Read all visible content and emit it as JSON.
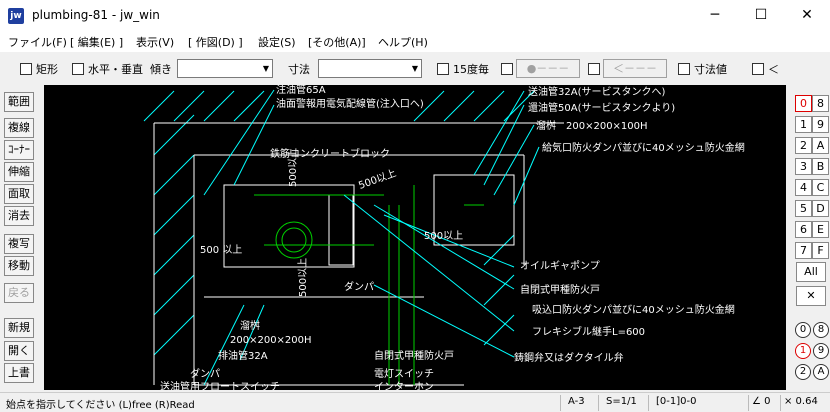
{
  "window": {
    "title": "plumbing-81 - jw_win",
    "icon_label": "jw",
    "minimize": "─",
    "maximize": "☐",
    "close": "✕"
  },
  "menu": [
    "ファイル(F)",
    "[ 編集(E) ]",
    "表示(V)",
    "[ 作図(D) ]",
    "設定(S)",
    "[その他(A)]",
    "ヘルプ(H)"
  ],
  "toolbar": {
    "rect_label": "矩形",
    "hv_label": "水平・垂直",
    "slope_label": "傾き",
    "dimension_label": "寸法",
    "deg15_label": "15度毎",
    "btn_circle": "●－－－",
    "btn_arrow": "＜－－－",
    "dim_value_label": "寸法値",
    "lt_label": "＜"
  },
  "left_tools": [
    "範囲",
    "複線",
    "ｺｰﾅｰ",
    "伸縮",
    "面取",
    "消去",
    "複写",
    "移動",
    "戻る",
    "新規",
    "開く",
    "上書"
  ],
  "right_layers": {
    "rows": [
      [
        "0",
        "8"
      ],
      [
        "1",
        "9"
      ],
      [
        "2",
        "A"
      ],
      [
        "3",
        "B"
      ],
      [
        "4",
        "C"
      ],
      [
        "5",
        "D"
      ],
      [
        "6",
        "E"
      ],
      [
        "7",
        "F"
      ]
    ],
    "all_label": "All",
    "x_label": "✕",
    "circ_rows": [
      [
        "0",
        "8"
      ],
      [
        "1",
        "9"
      ],
      [
        "2",
        "A"
      ]
    ]
  },
  "drawing": {
    "labels": [
      "注油管65A",
      "油面警報用電気配線管(注入口へ)",
      "送油管32A(サービスタンクへ)",
      "還油管50A(サービスタンクより)",
      "溜桝　200×200×100H",
      "給気口防火ダンパ並びに40メッシュ防火金網",
      "鉄筋コンクリートブロック",
      "500以上",
      "500以上",
      "500\n以上",
      "500以上",
      "500以上",
      "オイルギャポンプ",
      "自閉式甲種防火戸",
      "吸込口防火ダンパ並びに40メッシュ防火金網",
      "フレキシブル継手L=600",
      "ダンパ",
      "溜桝",
      "200×200×200H",
      "排油管32A",
      "自閉式甲種防火戸",
      "電灯スイッチ",
      "鋳鋼弁又はダクタイル弁",
      "ダンパ",
      "送油管用フロートスイッチ",
      "インターホン"
    ]
  },
  "status": {
    "hint": "始点を指示してください (L)free (R)Read",
    "paper": "A-3",
    "scale": "S=1/1",
    "layer": "[0-1]0-0",
    "angle": "∠ 0",
    "zoom": "× 0.64"
  },
  "colors": {
    "canvas_bg": "#000000",
    "cyan": "#00ffff",
    "white": "#ffffff",
    "green": "#00d000",
    "active_layer": "#dd0000"
  }
}
